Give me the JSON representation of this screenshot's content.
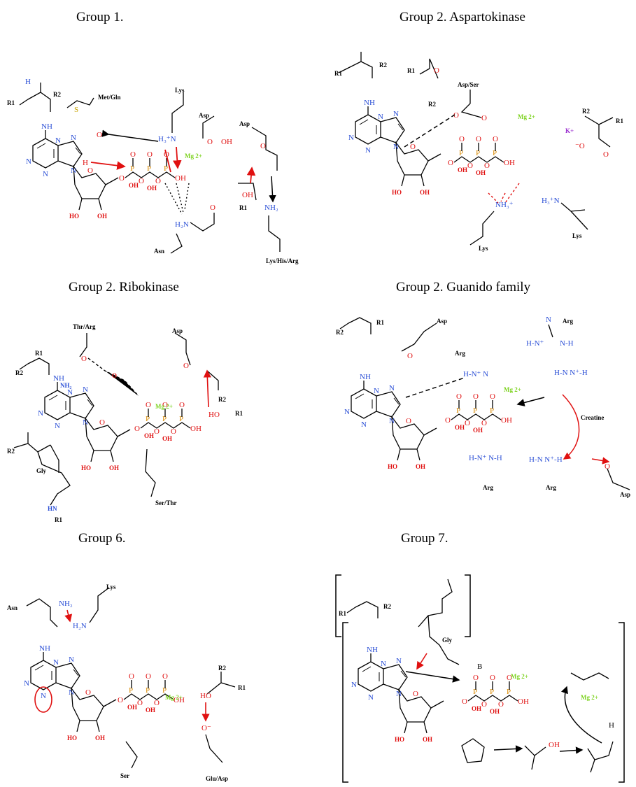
{
  "panels": [
    {
      "title": "Group 1."
    },
    {
      "title": "Group 2. Aspartokinase"
    },
    {
      "title": "Group 2. Ribokinase"
    },
    {
      "title": "Group 2. Guanido family"
    },
    {
      "title": "Group 6."
    },
    {
      "title": "Group 7."
    }
  ],
  "labels": {
    "g1": {
      "metgln": "Met/Gln",
      "lys": "Lys",
      "asp1": "Asp",
      "asp2": "Asp",
      "mg": "Mg 2+",
      "asn": "Asn",
      "lyshisarg": "Lys/His/Arg",
      "r1": "R1",
      "r2": "R2"
    },
    "g2a": {
      "aspser": "Asp/Ser",
      "mg": "Mg 2+",
      "k": "K+",
      "lys1": "Lys",
      "lys2": "Lys",
      "r1": "R1",
      "r2": "R2"
    },
    "g2r": {
      "thrarg": "Thr/Arg",
      "asp": "Asp",
      "mg": "Mg 2+",
      "gly": "Gly",
      "serthr": "Ser/Thr",
      "r1": "R1",
      "r2": "R2"
    },
    "g2g": {
      "asp1": "Asp",
      "arg1": "Arg",
      "arg2": "Arg",
      "arg3": "Arg",
      "arg4": "Arg",
      "mg": "Mg 2+",
      "creatine": "Creatine",
      "asp2": "Asp"
    },
    "g6": {
      "lys": "Lys",
      "asn": "Asn",
      "mg": "Mg 2+",
      "ser": "Ser",
      "gluasp": "Glu/Asp",
      "r1": "R1",
      "r2": "R2"
    },
    "g7": {
      "b": "B",
      "mg1": "Mg 2+",
      "mg2": "Mg 2+",
      "r1": "R1",
      "r2": "R2",
      "gly": "Gly"
    }
  },
  "colors": {
    "bond": "#000000",
    "nitrogen": "#2b4fd6",
    "oxygen": "#e01010",
    "phosphorus": "#d98a00",
    "magnesium": "#7ed321",
    "sulfur": "#c9a400",
    "potassium": "#9b30d0",
    "arrow_red": "#e01010"
  }
}
